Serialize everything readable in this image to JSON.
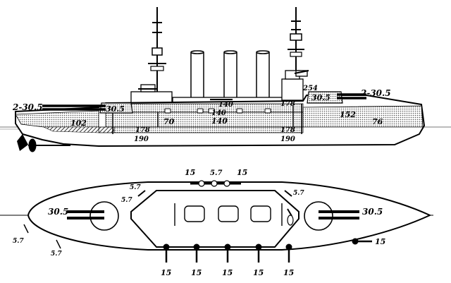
{
  "side_view": {
    "labels": {
      "fore_guns": "2-30.5",
      "aft_guns": "2-30.5",
      "fore_turret": "30.5",
      "aft_turret": "30.5",
      "belt_fore": "102",
      "belt_mid": "70",
      "citadel_upper": "140",
      "citadel_mid": "140",
      "casemate": "140",
      "conning_tower": "254",
      "barbette_aft": "178",
      "end_aft": "152",
      "stern_belt": "76",
      "belt_main_fore": "178",
      "belt_main_aft": "178",
      "belt_lower_fore": "190",
      "belt_lower_aft": "190"
    }
  },
  "plan_view": {
    "labels": {
      "fore_turret": "30.5",
      "aft_turret": "30.5",
      "top_mid_gun": "5.7",
      "top_left_gun": "15",
      "top_right_gun": "15",
      "ul_corner_a": "5.7",
      "ul_corner_b": "5.7",
      "ur_corner": "5.7",
      "bow_small_1": "5.7",
      "bow_small_2": "5.7",
      "stern_gun": "15",
      "bottom_guns": [
        "15",
        "15",
        "15",
        "15",
        "15"
      ]
    }
  }
}
